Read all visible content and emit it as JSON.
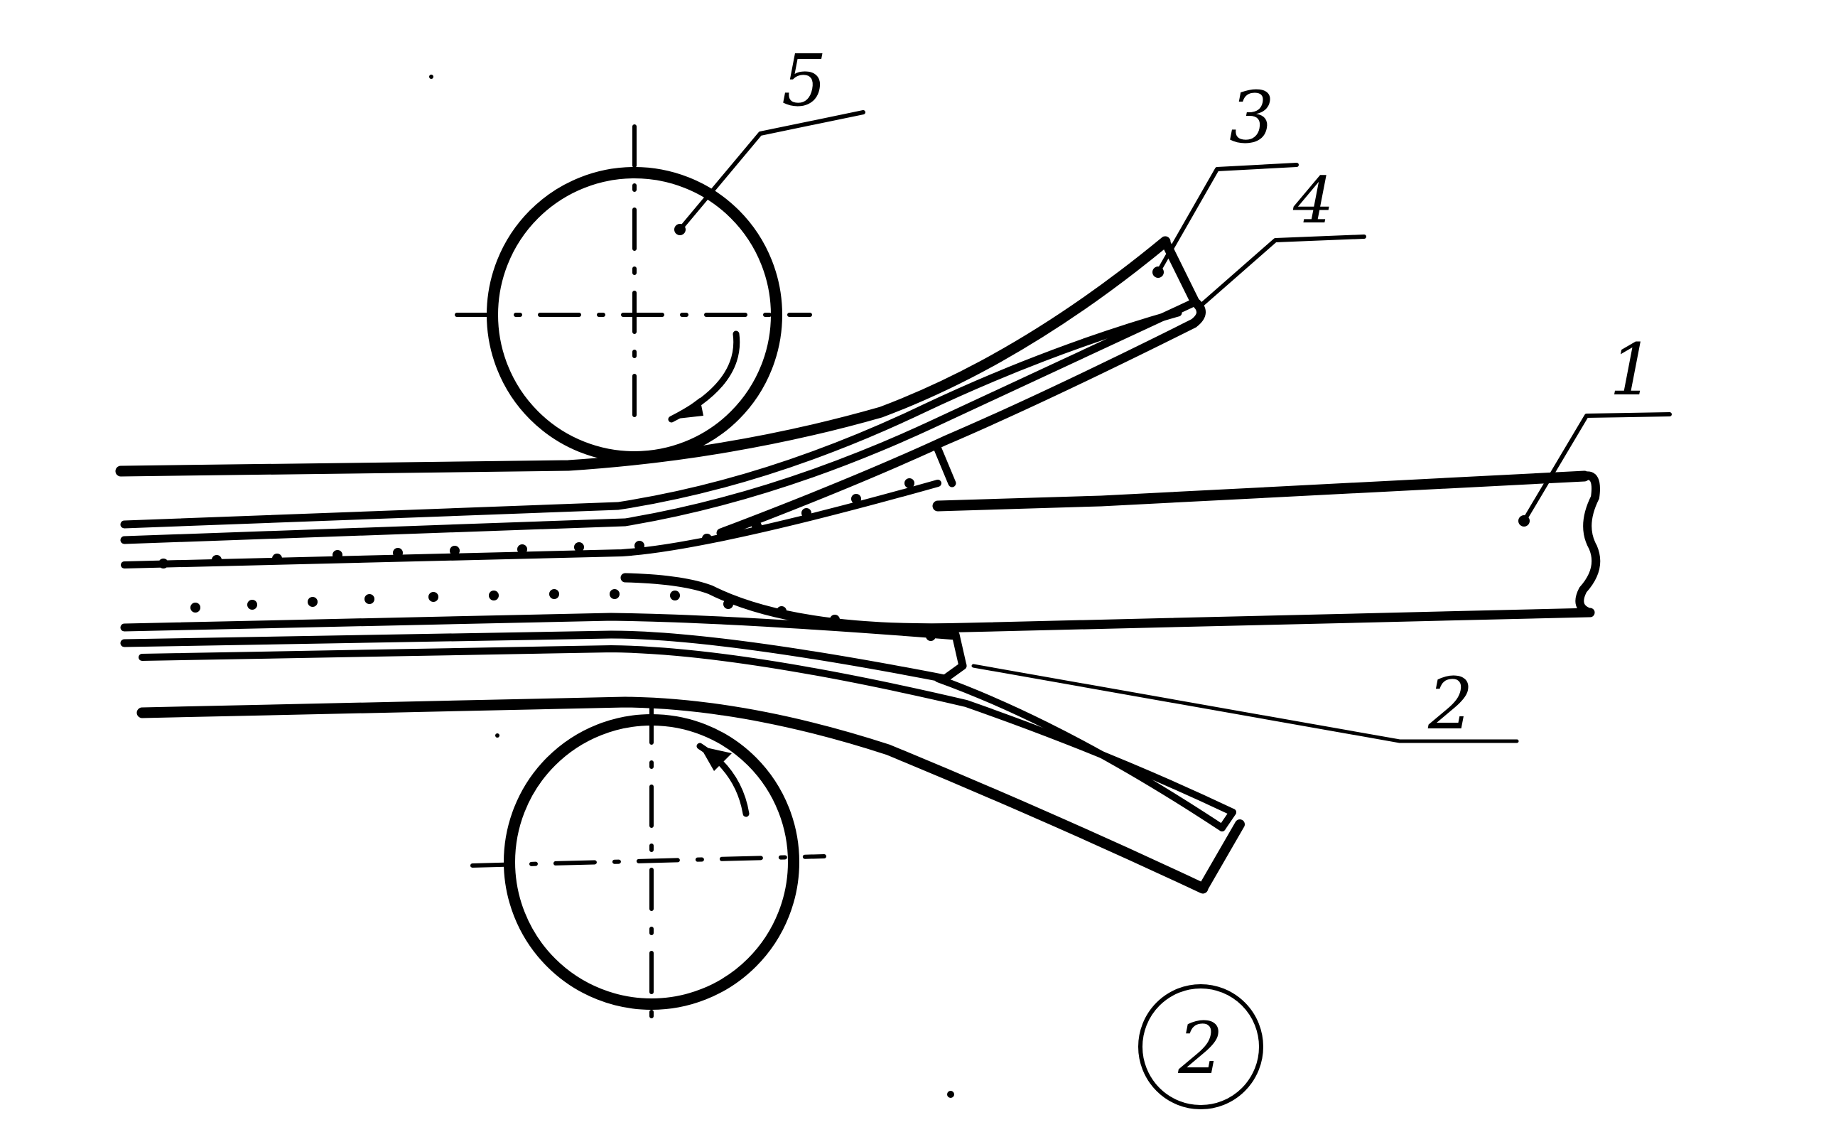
{
  "diagram": {
    "labels": {
      "strip_1": "1",
      "strip_2": "2",
      "sheet_3": "3",
      "sheet_4": "4",
      "roll_5": "5"
    },
    "figure_number": "2"
  },
  "colors": {
    "ink": "#000000",
    "paper": "#ffffff"
  }
}
